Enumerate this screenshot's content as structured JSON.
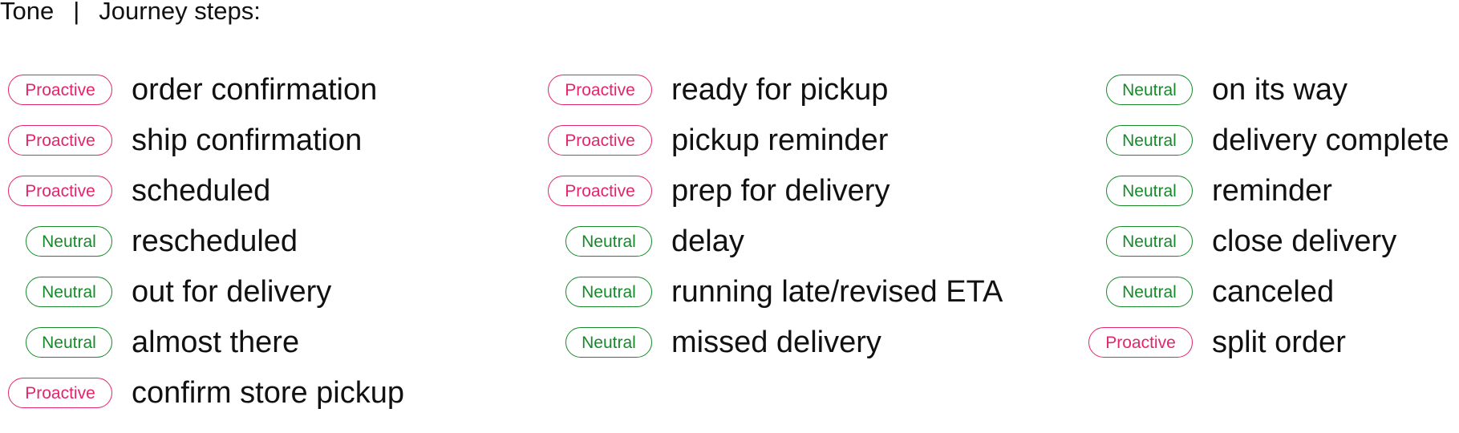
{
  "header": {
    "tone": "Tone",
    "separator": "|",
    "steps": "Journey steps:"
  },
  "tones": {
    "proactive": "Proactive",
    "neutral": "Neutral"
  },
  "colors": {
    "proactive": "#e3256b",
    "neutral": "#168a2a",
    "text": "#111111"
  },
  "columns": [
    {
      "items": [
        {
          "tone": "Proactive",
          "label": "order confirmation"
        },
        {
          "tone": "Proactive",
          "label": "ship confirmation"
        },
        {
          "tone": "Proactive",
          "label": "scheduled"
        },
        {
          "tone": "Neutral",
          "label": "rescheduled"
        },
        {
          "tone": "Neutral",
          "label": "out for delivery"
        },
        {
          "tone": "Neutral",
          "label": "almost there"
        },
        {
          "tone": "Proactive",
          "label": "confirm store pickup"
        }
      ]
    },
    {
      "items": [
        {
          "tone": "Proactive",
          "label": "ready for pickup"
        },
        {
          "tone": "Proactive",
          "label": "pickup reminder"
        },
        {
          "tone": "Proactive",
          "label": "prep for delivery"
        },
        {
          "tone": "Neutral",
          "label": "delay"
        },
        {
          "tone": "Neutral",
          "label": "running late/revised ETA"
        },
        {
          "tone": "Neutral",
          "label": "missed delivery"
        }
      ]
    },
    {
      "items": [
        {
          "tone": "Neutral",
          "label": "on its way"
        },
        {
          "tone": "Neutral",
          "label": "delivery complete"
        },
        {
          "tone": "Neutral",
          "label": "reminder"
        },
        {
          "tone": "Neutral",
          "label": "close delivery"
        },
        {
          "tone": "Neutral",
          "label": "canceled"
        },
        {
          "tone": "Proactive",
          "label": "split order"
        }
      ]
    }
  ]
}
